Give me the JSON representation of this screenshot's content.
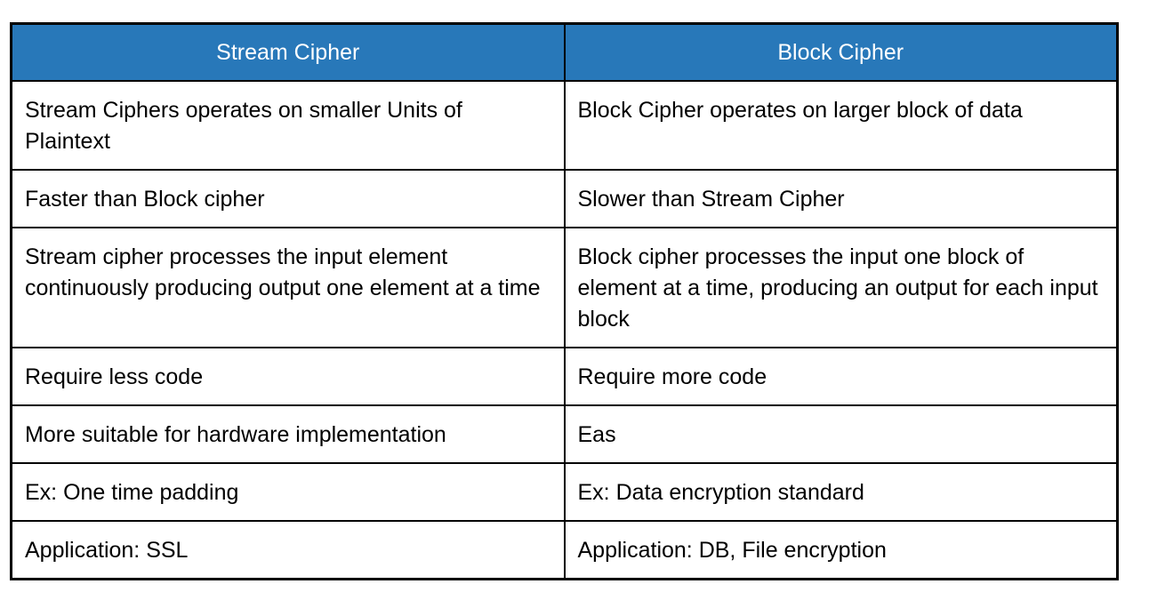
{
  "table": {
    "title": "Stream Cipher vs Block Cipher comparison",
    "header_bg": "#2878b9",
    "header_text_color": "#ffffff",
    "border_color": "#000000",
    "headers": [
      {
        "label": "Stream Cipher"
      },
      {
        "label": "Block Cipher"
      }
    ],
    "rows": [
      {
        "stream": "Stream Ciphers operates on smaller Units of Plaintext",
        "block": "Block Cipher operates on larger block of data"
      },
      {
        "stream": "Faster than Block cipher",
        "block": "Slower than Stream Cipher"
      },
      {
        "stream": "Stream cipher processes the input element continuously producing output one element at a time",
        "block": "Block cipher processes the input one block of element at a time, producing an output for each input block"
      },
      {
        "stream": "Require less code",
        "block": "Require more code"
      },
      {
        "stream": "More suitable for hardware implementation",
        "block": "Eas"
      },
      {
        "stream": "Ex: One time padding",
        "block": "Ex: Data encryption standard"
      },
      {
        "stream": "Application: SSL",
        "block": "Application: DB, File encryption"
      }
    ]
  }
}
